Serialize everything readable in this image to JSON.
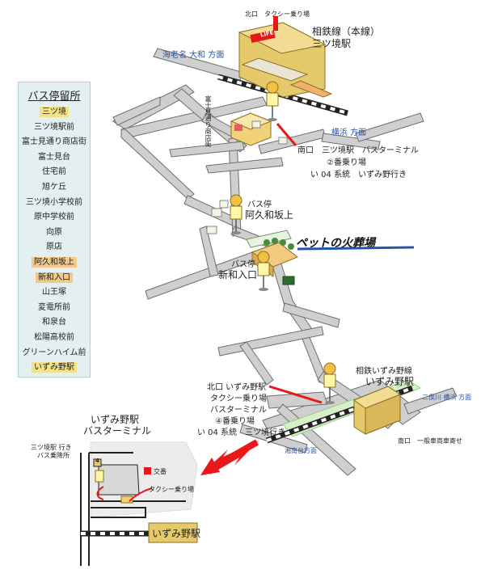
{
  "stop_list": {
    "title": "バス停留所",
    "stops": [
      {
        "name": "三ツ境",
        "highlight": "yellow"
      },
      {
        "name": "三ツ境駅前",
        "highlight": ""
      },
      {
        "name": "富士見通り商店街",
        "highlight": ""
      },
      {
        "name": "富士見台",
        "highlight": ""
      },
      {
        "name": "住宅前",
        "highlight": ""
      },
      {
        "name": "旭ケ丘",
        "highlight": ""
      },
      {
        "name": "三ツ境小学校前",
        "highlight": ""
      },
      {
        "name": "原中学校前",
        "highlight": ""
      },
      {
        "name": "向原",
        "highlight": ""
      },
      {
        "name": "原店",
        "highlight": ""
      },
      {
        "name": "阿久和坂上",
        "highlight": "orange"
      },
      {
        "name": "新和入口",
        "highlight": "orange"
      },
      {
        "name": "山王塚",
        "highlight": ""
      },
      {
        "name": "変電所前",
        "highlight": ""
      },
      {
        "name": "和泉台",
        "highlight": ""
      },
      {
        "name": "松陽高校前",
        "highlight": ""
      },
      {
        "name": "グリーンハイム前",
        "highlight": ""
      },
      {
        "name": "いずみ野駅",
        "highlight": "yellow"
      }
    ]
  },
  "labels": {
    "north_taxi": "北口　タクシー乗り場",
    "sotetsu_main_1": "相鉄線（本線）",
    "sotetsu_main_2": "三ツ境駅",
    "ebina_dir": "海老名 大和 方面",
    "fujimi_road": "富士見通り商店街",
    "yokohama_dir": "横浜 方面",
    "south_exit_1": "南口　三ツ境駅　バスターミナル",
    "south_exit_2": "②番乗り場",
    "south_exit_3": "い 04 系統　いずみ野行き",
    "busstop_word_1": "バス停",
    "akuwa": "阿久和坂上",
    "pet_banner": "ペットの火葬場",
    "busstop_word_2": "バス停",
    "shinwa": "新和入口",
    "izumino_line_1": "相鉄いずみ野線",
    "izumino_line_2": "いずみ野駅",
    "izumino_north_1": "北口 いずみ野駅",
    "izumino_north_2": "タクシー乗り場",
    "izumino_north_3": "バスターミナル",
    "izumino_north_4": "④番乗り場",
    "izumino_north_5": "い 04 系統　三ツ境行き",
    "futamatagawa_dir": "二俣川 横浜 方面",
    "south_exit_cars": "南口　一般車両車寄せ",
    "shonandai_dir": "湘南台方面",
    "terminal_title_1": "いずみ野駅",
    "terminal_title_2": "バスターミナル",
    "mitsukyo_bound_1": "三ツ境駅 行き",
    "mitsukyo_bound_2": "バス乗降所",
    "police_box": "交番",
    "taxi_stand": "タクシー乗り場",
    "izumino_station_box": "いずみ野駅",
    "bay_number": "4",
    "life_sign": "LIFE"
  },
  "colors": {
    "road": "#c9c9c9",
    "road_edge": "#777777",
    "station": "#e6c96a",
    "accent_red": "#e81818",
    "green_strip": "#d6f0c8",
    "stop_list_bg": "#e3eff0"
  }
}
